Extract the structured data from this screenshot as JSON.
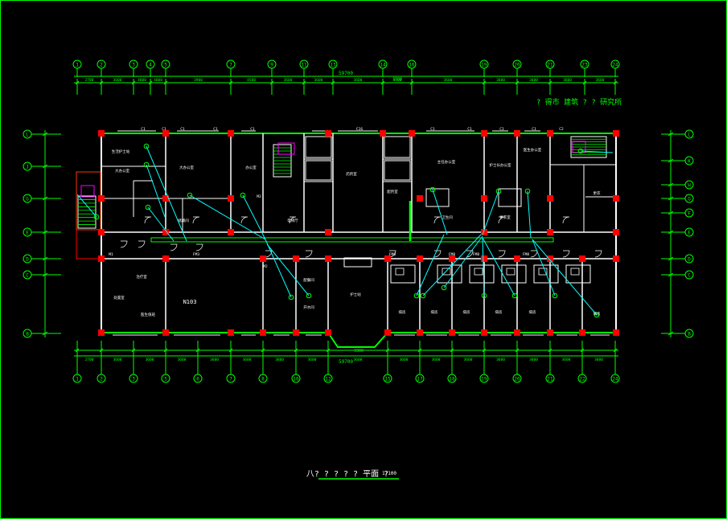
{
  "colors": {
    "background": "#000000",
    "line": "#00ff00",
    "wall": "#ffffff",
    "column": "#ff0000",
    "leader": "#00ffff",
    "accent": "#ff00ff"
  },
  "top_axes": [
    "1",
    "2",
    "3",
    "4",
    "5",
    "7",
    "9",
    "11",
    "13",
    "14",
    "16",
    "19",
    "20",
    "21",
    "23",
    "24"
  ],
  "bottom_axes": [
    "1",
    "2",
    "3",
    "5",
    "6",
    "7",
    "8",
    "10",
    "12",
    "15",
    "17",
    "18",
    "19",
    "20",
    "21",
    "22",
    "24"
  ],
  "left_axes": [
    "L",
    "J",
    "G",
    "E",
    "D",
    "C",
    "B"
  ],
  "right_axes": [
    "L",
    "K",
    "H",
    "G",
    "F",
    "E",
    "D",
    "C",
    "B"
  ],
  "top_dims": [
    "2700",
    "3600",
    "4800",
    "4000",
    "3900",
    "4500",
    "3600",
    "3600",
    "3600",
    "4500",
    "3600",
    "3600",
    "3600",
    "3600",
    "3600"
  ],
  "bottom_dims": [
    "2700",
    "3600",
    "3600",
    "3600",
    "3600",
    "3600",
    "3600",
    "3600",
    "3600",
    "3600",
    "3600",
    "3600",
    "3600",
    "3600",
    "3600",
    "3600"
  ],
  "top_total": "59700",
  "bottom_total": "59700",
  "top_mid_label": "3300",
  "bottom_mid_label": "3300",
  "top_right_note": "? 得市 建筑 ? ? 研究所",
  "drawing_title": "八? ? ? ? ? 平面 ?",
  "drawing_scale": "1:100",
  "room_labels": [
    "生活护士站",
    "大办公室",
    "大办公室",
    "办公室",
    "储藏间",
    "电梯厅",
    "药剂室",
    "配剂室",
    "主任办公室",
    "护士长办公室",
    "医生办公室",
    "更衣室",
    "病房",
    "病房",
    "病房",
    "病房",
    "病房",
    "病房",
    "卫生间",
    "更衣",
    "配餐间",
    "开水间",
    "护士站",
    "治疗室",
    "处置室",
    "医生值班"
  ],
  "tag_labels": [
    "C1",
    "C1",
    "C1",
    "C1",
    "C16",
    "C1",
    "C1",
    "C1",
    "C1",
    "C1",
    "C2",
    "M1",
    "M2",
    "M3",
    "FM8",
    "FM8",
    "FM8",
    "FM8",
    "FM3"
  ]
}
